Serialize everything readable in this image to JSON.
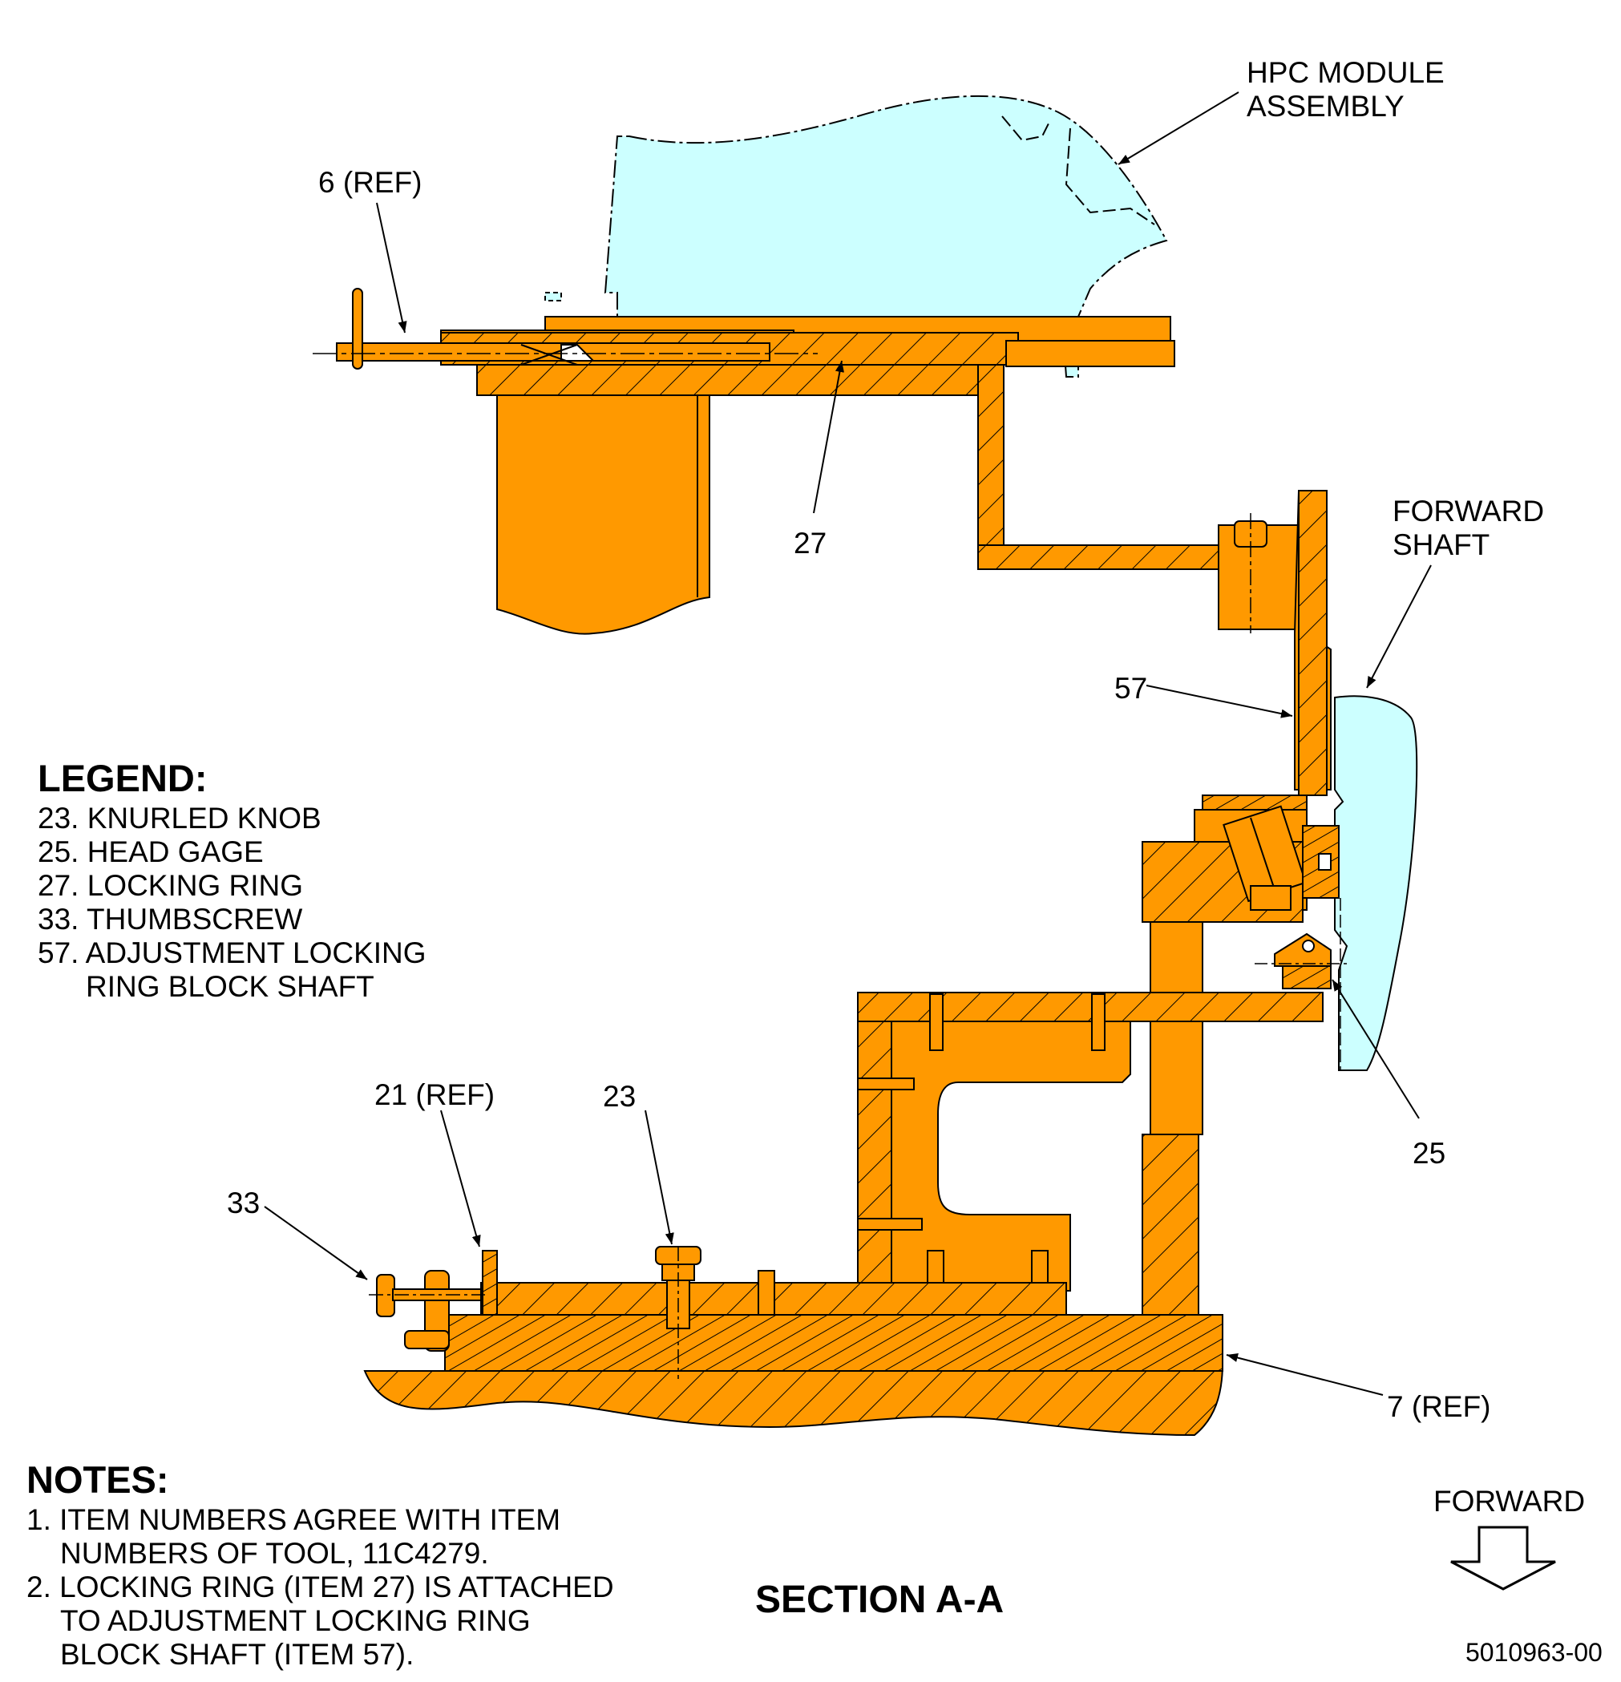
{
  "callouts": {
    "hpc_module": [
      "HPC MODULE",
      "ASSEMBLY"
    ],
    "item6": "6 (REF)",
    "item27": "27",
    "forward_shaft": [
      "FORWARD",
      "SHAFT"
    ],
    "item57": "57",
    "item25": "25",
    "item21": "21 (REF)",
    "item23": "23",
    "item33": "33",
    "item7": "7 (REF)"
  },
  "legend": {
    "title": "LEGEND:",
    "items": [
      {
        "text": "23. KNURLED KNOB"
      },
      {
        "text": "25. HEAD GAGE"
      },
      {
        "text": "27. LOCKING RING"
      },
      {
        "text": "33. THUMBSCREW"
      },
      {
        "text": "57. ADJUSTMENT LOCKING",
        "cont": "RING BLOCK SHAFT"
      }
    ]
  },
  "notes": {
    "title": "NOTES:",
    "items": [
      {
        "lines": [
          "1. ITEM NUMBERS AGREE WITH ITEM",
          "NUMBERS OF TOOL, 11C4279."
        ]
      },
      {
        "lines": [
          "2. LOCKING RING (ITEM 27) IS ATTACHED",
          "TO ADJUSTMENT LOCKING RING",
          "BLOCK SHAFT (ITEM 57)."
        ]
      }
    ]
  },
  "section_title": "SECTION A-A",
  "forward_label": "FORWARD",
  "figure_number": "5010963-00",
  "colors": {
    "tool_fill": "#FF9900",
    "hpc_fill": "#CCFFFF",
    "outline": "#000000"
  }
}
